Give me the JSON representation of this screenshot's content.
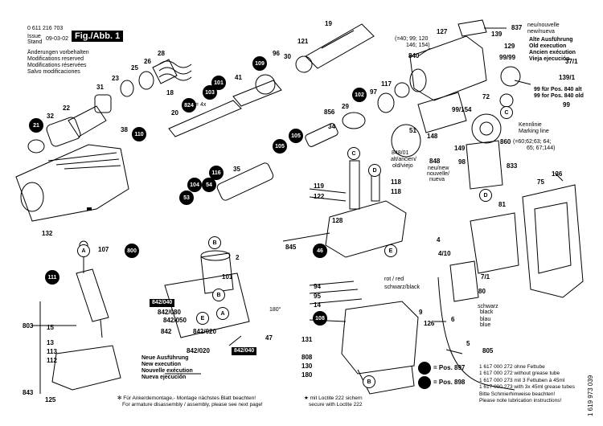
{
  "header": {
    "part_number": "0 611 216 703",
    "issue_label": "Issue",
    "stand_label": "Stand",
    "date": "09-03-02",
    "figure_label": "Fig./Abb. 1",
    "notes": [
      "Änderungen vorbehalten",
      "Modifications reserved",
      "Modifications réservées",
      "Salvo modificaciones"
    ]
  },
  "top_right_legend": {
    "new_execution": [
      "neu/nouvelle",
      "new/nueva"
    ],
    "old_execution": [
      "Alte Ausführung",
      "Old execution",
      "Ancien exécution",
      "Vieja ejecución"
    ],
    "for_pos_840": [
      "99 für Pos. 840 alt",
      "99 for Pos. 840 old"
    ],
    "marking_line": [
      "Kennlinie",
      "Marking line"
    ]
  },
  "labels": {
    "n837": "837",
    "n19": "19",
    "n127": "127",
    "n139": "139",
    "n129": "129",
    "n99_99": "99/99",
    "n40_note": "(=40; 99; 120",
    "n40_note2": "146; 154)",
    "n840": "840",
    "n37_1": "37/1",
    "n139_1": "139/1",
    "n99": "99",
    "n28": "28",
    "n26": "26",
    "n25": "25",
    "n23": "23",
    "n31": "31",
    "n22": "22",
    "n32": "32",
    "n38": "38",
    "n18": "18",
    "n20": "20",
    "n41": "41",
    "n96": "96",
    "n30": "30",
    "n121": "121",
    "n117": "117",
    "n97": "97",
    "n856": "856",
    "n29": "29",
    "n34": "34",
    "n72": "72",
    "n99_154": "99/154",
    "n148": "148",
    "n51": "51",
    "n149": "149",
    "n98": "98",
    "n860": "860",
    "n860_note": "(=60;62;63; 64;",
    "n860_note2": "65; 67;144)",
    "n848_01": "848/01",
    "n848_01_b": "alt/ancien/",
    "n848_01_c": "old/viejo",
    "n848": "848",
    "n848_b": "neu/new",
    "n848_c": "nouvelle/",
    "n848_d": "nueva",
    "n833": "833",
    "n136": "136",
    "n75": "75",
    "n35": "35",
    "n119": "119",
    "n122": "122",
    "n118": "118",
    "n118b": "118",
    "n128": "128",
    "n845": "845",
    "n81": "81",
    "n132": "132",
    "n107": "107",
    "n2": "2",
    "n101": "101",
    "n4_10": "4/10",
    "n4": "4",
    "n80": "80",
    "n7_1": "7/1",
    "n94": "94",
    "n95": "95",
    "n14": "14",
    "n9": "9",
    "n126": "126",
    "n6": "6",
    "n131": "131",
    "n808": "808",
    "n130": "130",
    "n180": "180",
    "n5": "5",
    "n805": "805",
    "n803": "803",
    "n15": "15",
    "n113": "113",
    "n112": "112",
    "n13": "13",
    "n843": "843",
    "n125": "125",
    "n842": "842",
    "n842_020": "842/020",
    "n842_080": "842/080",
    "n842_050": "842/050",
    "n842_020b": "842/020",
    "n47": "47",
    "n180b": "180°",
    "n824x4": "= 4x",
    "red": "rot / red",
    "black": "schwarz/black",
    "schwarz": "schwarz",
    "blackw": "black",
    "blau": "blau",
    "blue": "blue"
  },
  "black_circles": {
    "c21": "21",
    "c109": "109",
    "c103": "103",
    "c101": "101",
    "c824": "824",
    "c110": "110",
    "c102": "102",
    "c105a": "105",
    "c105b": "105",
    "c104": "104",
    "c54": "54",
    "c53": "53",
    "c116": "116",
    "c111": "111",
    "c46": "46",
    "c108": "108",
    "c800": "800"
  },
  "white_circles": {
    "wA": "A",
    "wB": "B",
    "wC": "C",
    "wD": "D",
    "wE": "E",
    "wC2": "C",
    "wD2": "D",
    "wB2": "B",
    "wE2": "E",
    "wA2": "A",
    "wB3": "B"
  },
  "black_boxes": {
    "b842_040a": "842/040",
    "b842_040b": "842/040"
  },
  "new_execution_note": [
    "Neue Ausführung",
    "New execution",
    "Nouvelle exécution",
    "Nueva ejecución"
  ],
  "footer": {
    "armature_de": "✻ Für Ankerdemontage,- Montage nächstes Blatt beachten!",
    "armature_en": "For armature disassembly / assembly, please see next page!",
    "loctite_de": "★ mit Loctite 222 sichern",
    "loctite_en": "secure with Loctite 222",
    "pos897": "= Pos. 897",
    "pos898": "= Pos. 898",
    "grease": [
      "1 617 000 272 ohne Fettube",
      "1 617 000 272 without grease tube",
      "1 617 000 273 mit 3 Fettuben à 45ml",
      "1 617 000 273 with 3x 45ml grease tubes",
      "Bitte Schmierhinweise beachten!",
      "Please note lubrication instructions!"
    ],
    "side_code": "1 619 973 039"
  }
}
